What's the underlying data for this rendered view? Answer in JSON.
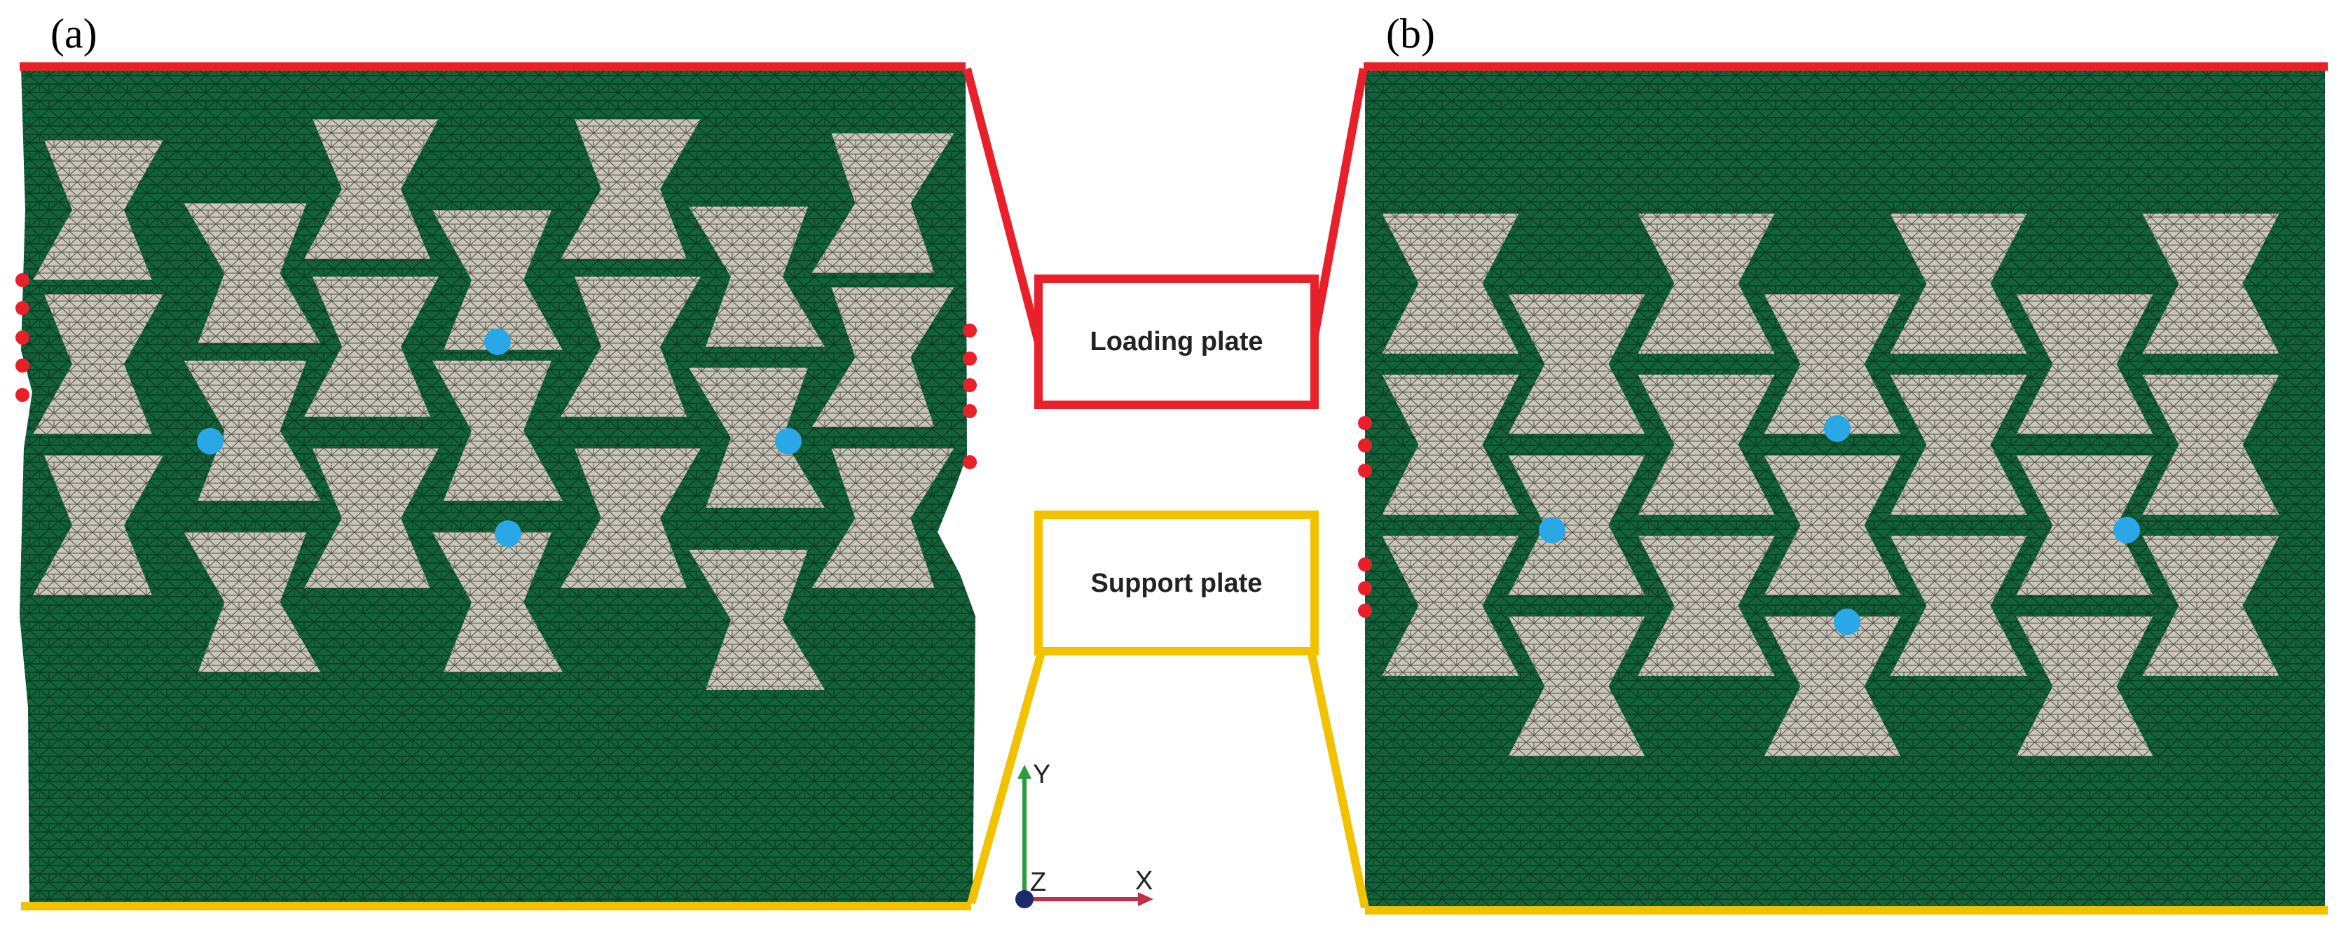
{
  "panels": {
    "a": {
      "label": "(a)"
    },
    "b": {
      "label": "(b)"
    }
  },
  "callouts": {
    "loading": {
      "label": "Loading plate",
      "color": "#e8202a"
    },
    "support": {
      "label": "Support plate",
      "color": "#f2c200"
    }
  },
  "triad": {
    "x_label": "X",
    "y_label": "Y",
    "z_label": "Z"
  },
  "colors": {
    "matrix": "#12623a",
    "inclusion": "#c9c5b8",
    "mesh_line": "#0a2d1a",
    "probe": "#2aa7e6",
    "boundary_dot": "#e8202a",
    "axis_x": "#c0304a",
    "axis_y": "#2e9a3a",
    "axis_z": "#1a2a6c"
  }
}
